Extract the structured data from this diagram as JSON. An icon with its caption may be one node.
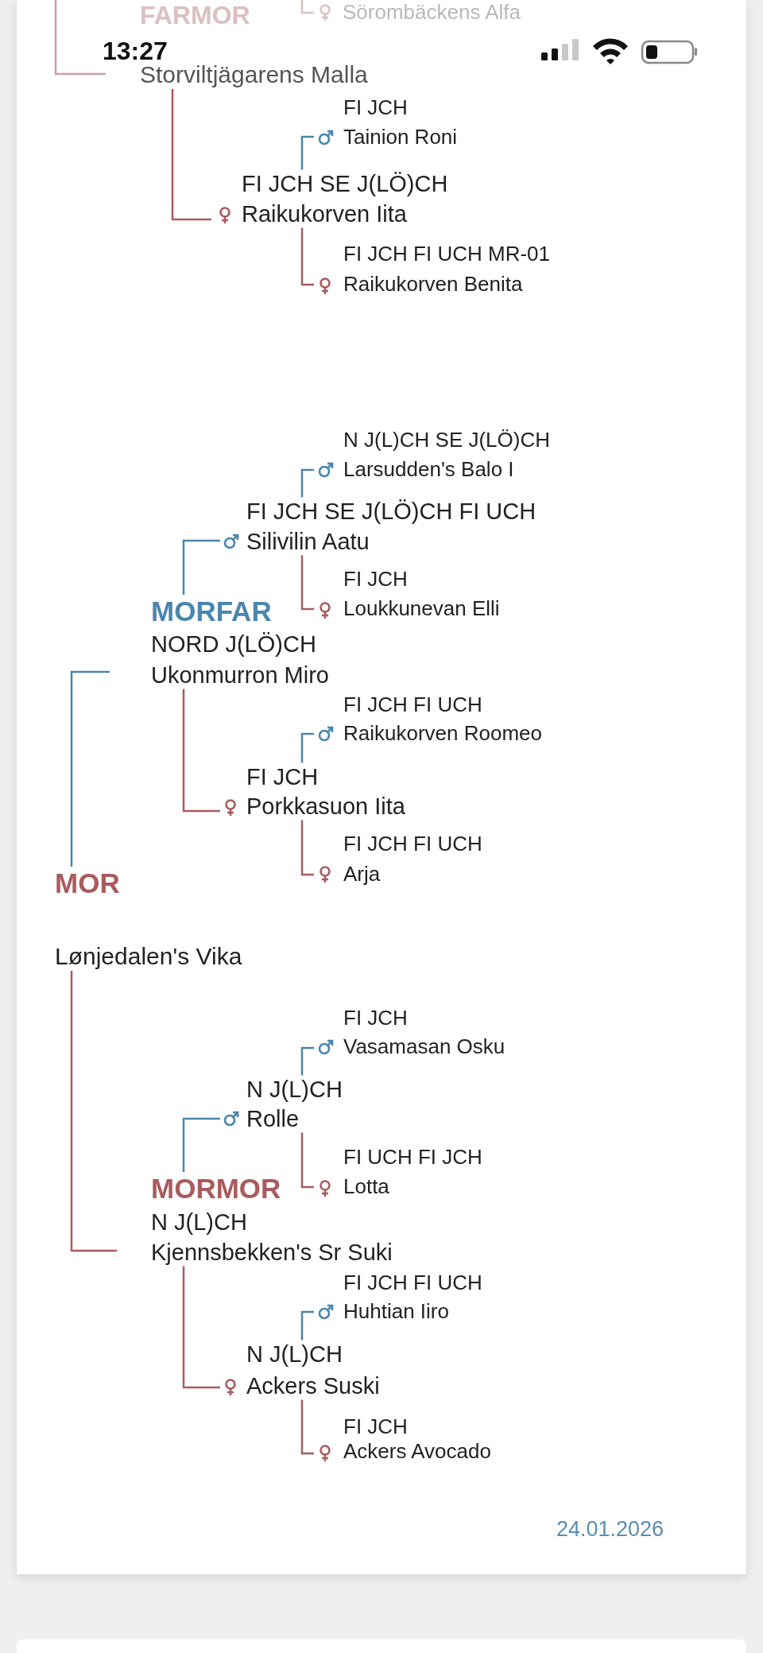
{
  "diagram": {
    "nodes": [
      {
        "text": [
          "Storviltjägarens Malla"
        ]
      },
      {
        "text": [
          "Sörombäckens Alfa"
        ]
      },
      {
        "text": [
          "FI JCH",
          "Tainion Roni"
        ]
      },
      {
        "text": [
          "FI JCH SE J(LÖ)CH",
          "Raikukorven Iita"
        ]
      },
      {
        "text": [
          "FI JCH FI UCH MR-01",
          "Raikukorven Benita"
        ]
      },
      {
        "text": [
          "N J(L)CH SE J(LÖ)CH",
          "Larsudden's Balo I"
        ]
      },
      {
        "text": [
          "FI JCH SE J(LÖ)CH FI UCH",
          "Silivilin Aatu"
        ]
      },
      {
        "text": [
          "FI JCH",
          "Loukkunevan Elli"
        ]
      },
      {
        "text": [
          "MORFAR",
          "NORD J(LÖ)CH",
          "Ukonmurron Miro"
        ]
      },
      {
        "text": [
          "FI JCH FI UCH",
          "Raikukorven Roomeo"
        ]
      },
      {
        "text": [
          "FI JCH",
          "Porkkasuon Iita"
        ]
      },
      {
        "text": [
          "FI JCH FI UCH",
          "Arja"
        ]
      },
      {
        "text": [
          "MOR",
          "Lønjedalen's Vika"
        ]
      },
      {
        "text": [
          "FI JCH",
          "Vasamasan Osku"
        ]
      },
      {
        "text": [
          "N J(L)CH",
          "Rolle"
        ]
      },
      {
        "text": [
          "FI UCH FI JCH",
          "Lotta"
        ]
      },
      {
        "text": [
          "MORMOR",
          "N J(L)CH",
          "Kjennsbekken's Sr Suki"
        ]
      },
      {
        "text": [
          "FI JCH FI UCH",
          "Huhtian Iiro"
        ]
      },
      {
        "text": [
          "N J(L)CH",
          "Ackers Suski"
        ]
      },
      {
        "text": [
          "FI JCH",
          "Ackers Avocado"
        ]
      }
    ],
    "edges": [
      {
        "from": null,
        "to": 1,
        "arrow": "none",
        "color": "#dcc0c1"
      },
      {
        "from": null,
        "to": 0,
        "arrow": "none",
        "color": "#c99fa2"
      },
      {
        "from": 0,
        "to": 3,
        "arrow": "none"
      },
      {
        "from": 3,
        "to": 2,
        "arrow": "none",
        "color": "#4a86ad"
      },
      {
        "from": 3,
        "to": 4,
        "arrow": "none"
      },
      {
        "from": 6,
        "to": 5,
        "arrow": "none",
        "color": "#4a86ad"
      },
      {
        "from": 8,
        "to": 6,
        "arrow": "none",
        "color": "#4a86ad"
      },
      {
        "from": 6,
        "to": 7,
        "arrow": "none"
      },
      {
        "from": 12,
        "to": 8,
        "arrow": "none",
        "color": "#4a86ad"
      },
      {
        "from": 8,
        "to": 10,
        "arrow": "none"
      },
      {
        "from": 10,
        "to": 9,
        "arrow": "none",
        "color": "#4a86ad"
      },
      {
        "from": 10,
        "to": 11,
        "arrow": "none"
      },
      {
        "from": 12,
        "to": 16,
        "arrow": "none"
      },
      {
        "from": 14,
        "to": 13,
        "arrow": "none",
        "color": "#4a86ad"
      },
      {
        "from": 16,
        "to": 14,
        "arrow": "none",
        "color": "#4a86ad"
      },
      {
        "from": 14,
        "to": 15,
        "arrow": "none"
      },
      {
        "from": 16,
        "to": 18,
        "arrow": "none"
      },
      {
        "from": 18,
        "to": 17,
        "arrow": "none",
        "color": "#4a86ad"
      },
      {
        "from": 18,
        "to": 19,
        "arrow": "none"
      }
    ],
    "labels": [
      "FARMOR",
      "13:27",
      "24.01.2026"
    ]
  }
}
